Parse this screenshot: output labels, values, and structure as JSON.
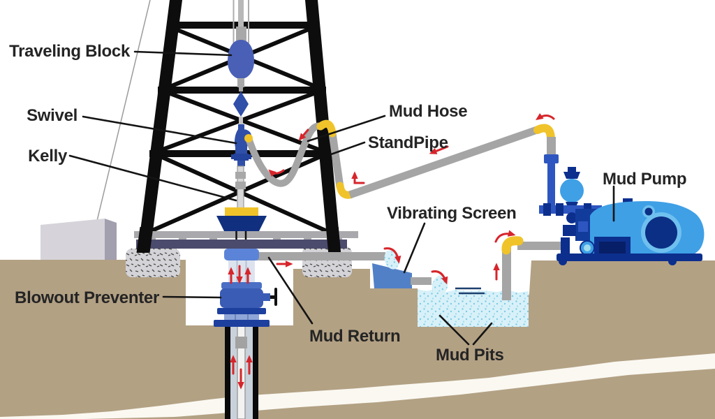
{
  "labels": {
    "traveling_block": "Traveling Block",
    "swivel": "Swivel",
    "kelly": "Kelly",
    "mud_hose": "Mud Hose",
    "standpipe": "StandPipe",
    "mud_pump": "Mud Pump",
    "vibrating_screen": "Vibrating Screen",
    "blowout_preventer": "Blowout Preventer",
    "mud_return": "Mud Return",
    "mud_pits": "Mud Pits"
  },
  "colors": {
    "ground_tan": "#b3a184",
    "rock_stratum_white": "#faf8f1",
    "derrick_black": "#0d0d0d",
    "steel_gray": "#a5a5a5",
    "traveling_block_blue": "#4a60b6",
    "swivel_navy_blue": "#2f4fa8",
    "rotary_navy": "#10307f",
    "fitting_yellow": "#f0c32a",
    "flow_arrow_red": "#d6252b",
    "pump_light_blue": "#3fa0e6",
    "pump_navy": "#0c2f8e",
    "screen_blue": "#5180c6",
    "pit_water_blue": "#d8f1f9",
    "floor_slate": "#4b4b6d",
    "label_text": "#242424"
  }
}
